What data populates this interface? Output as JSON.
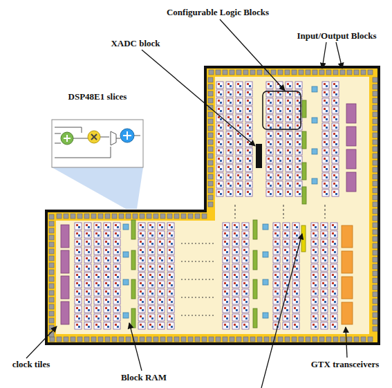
{
  "diagram": {
    "labels": [
      "Configurable Logic Blocks",
      "XADC block",
      "Input/Output Blocks",
      "DSP48E1 slices",
      "clock tiles",
      "Block RAM",
      "GTX transceivers"
    ]
  }
}
